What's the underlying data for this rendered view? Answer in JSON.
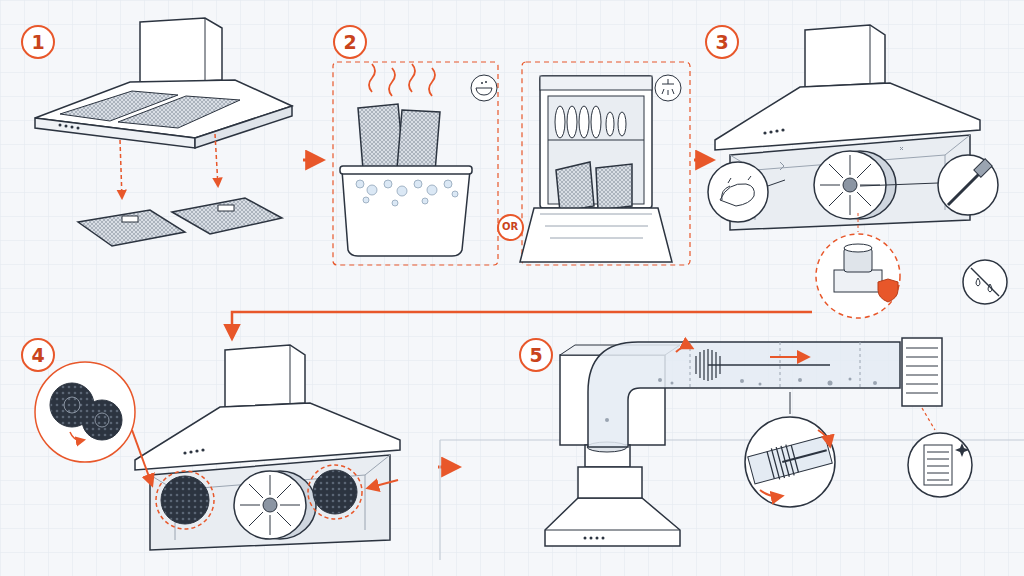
{
  "diagram": {
    "nodes": [
      {
        "text": [
          "1"
        ]
      },
      {
        "text": [
          "2"
        ]
      },
      {
        "text": [
          "OR"
        ]
      },
      {
        "text": [
          "3"
        ]
      },
      {
        "text": [
          "4"
        ]
      },
      {
        "text": [
          "5"
        ]
      }
    ]
  }
}
